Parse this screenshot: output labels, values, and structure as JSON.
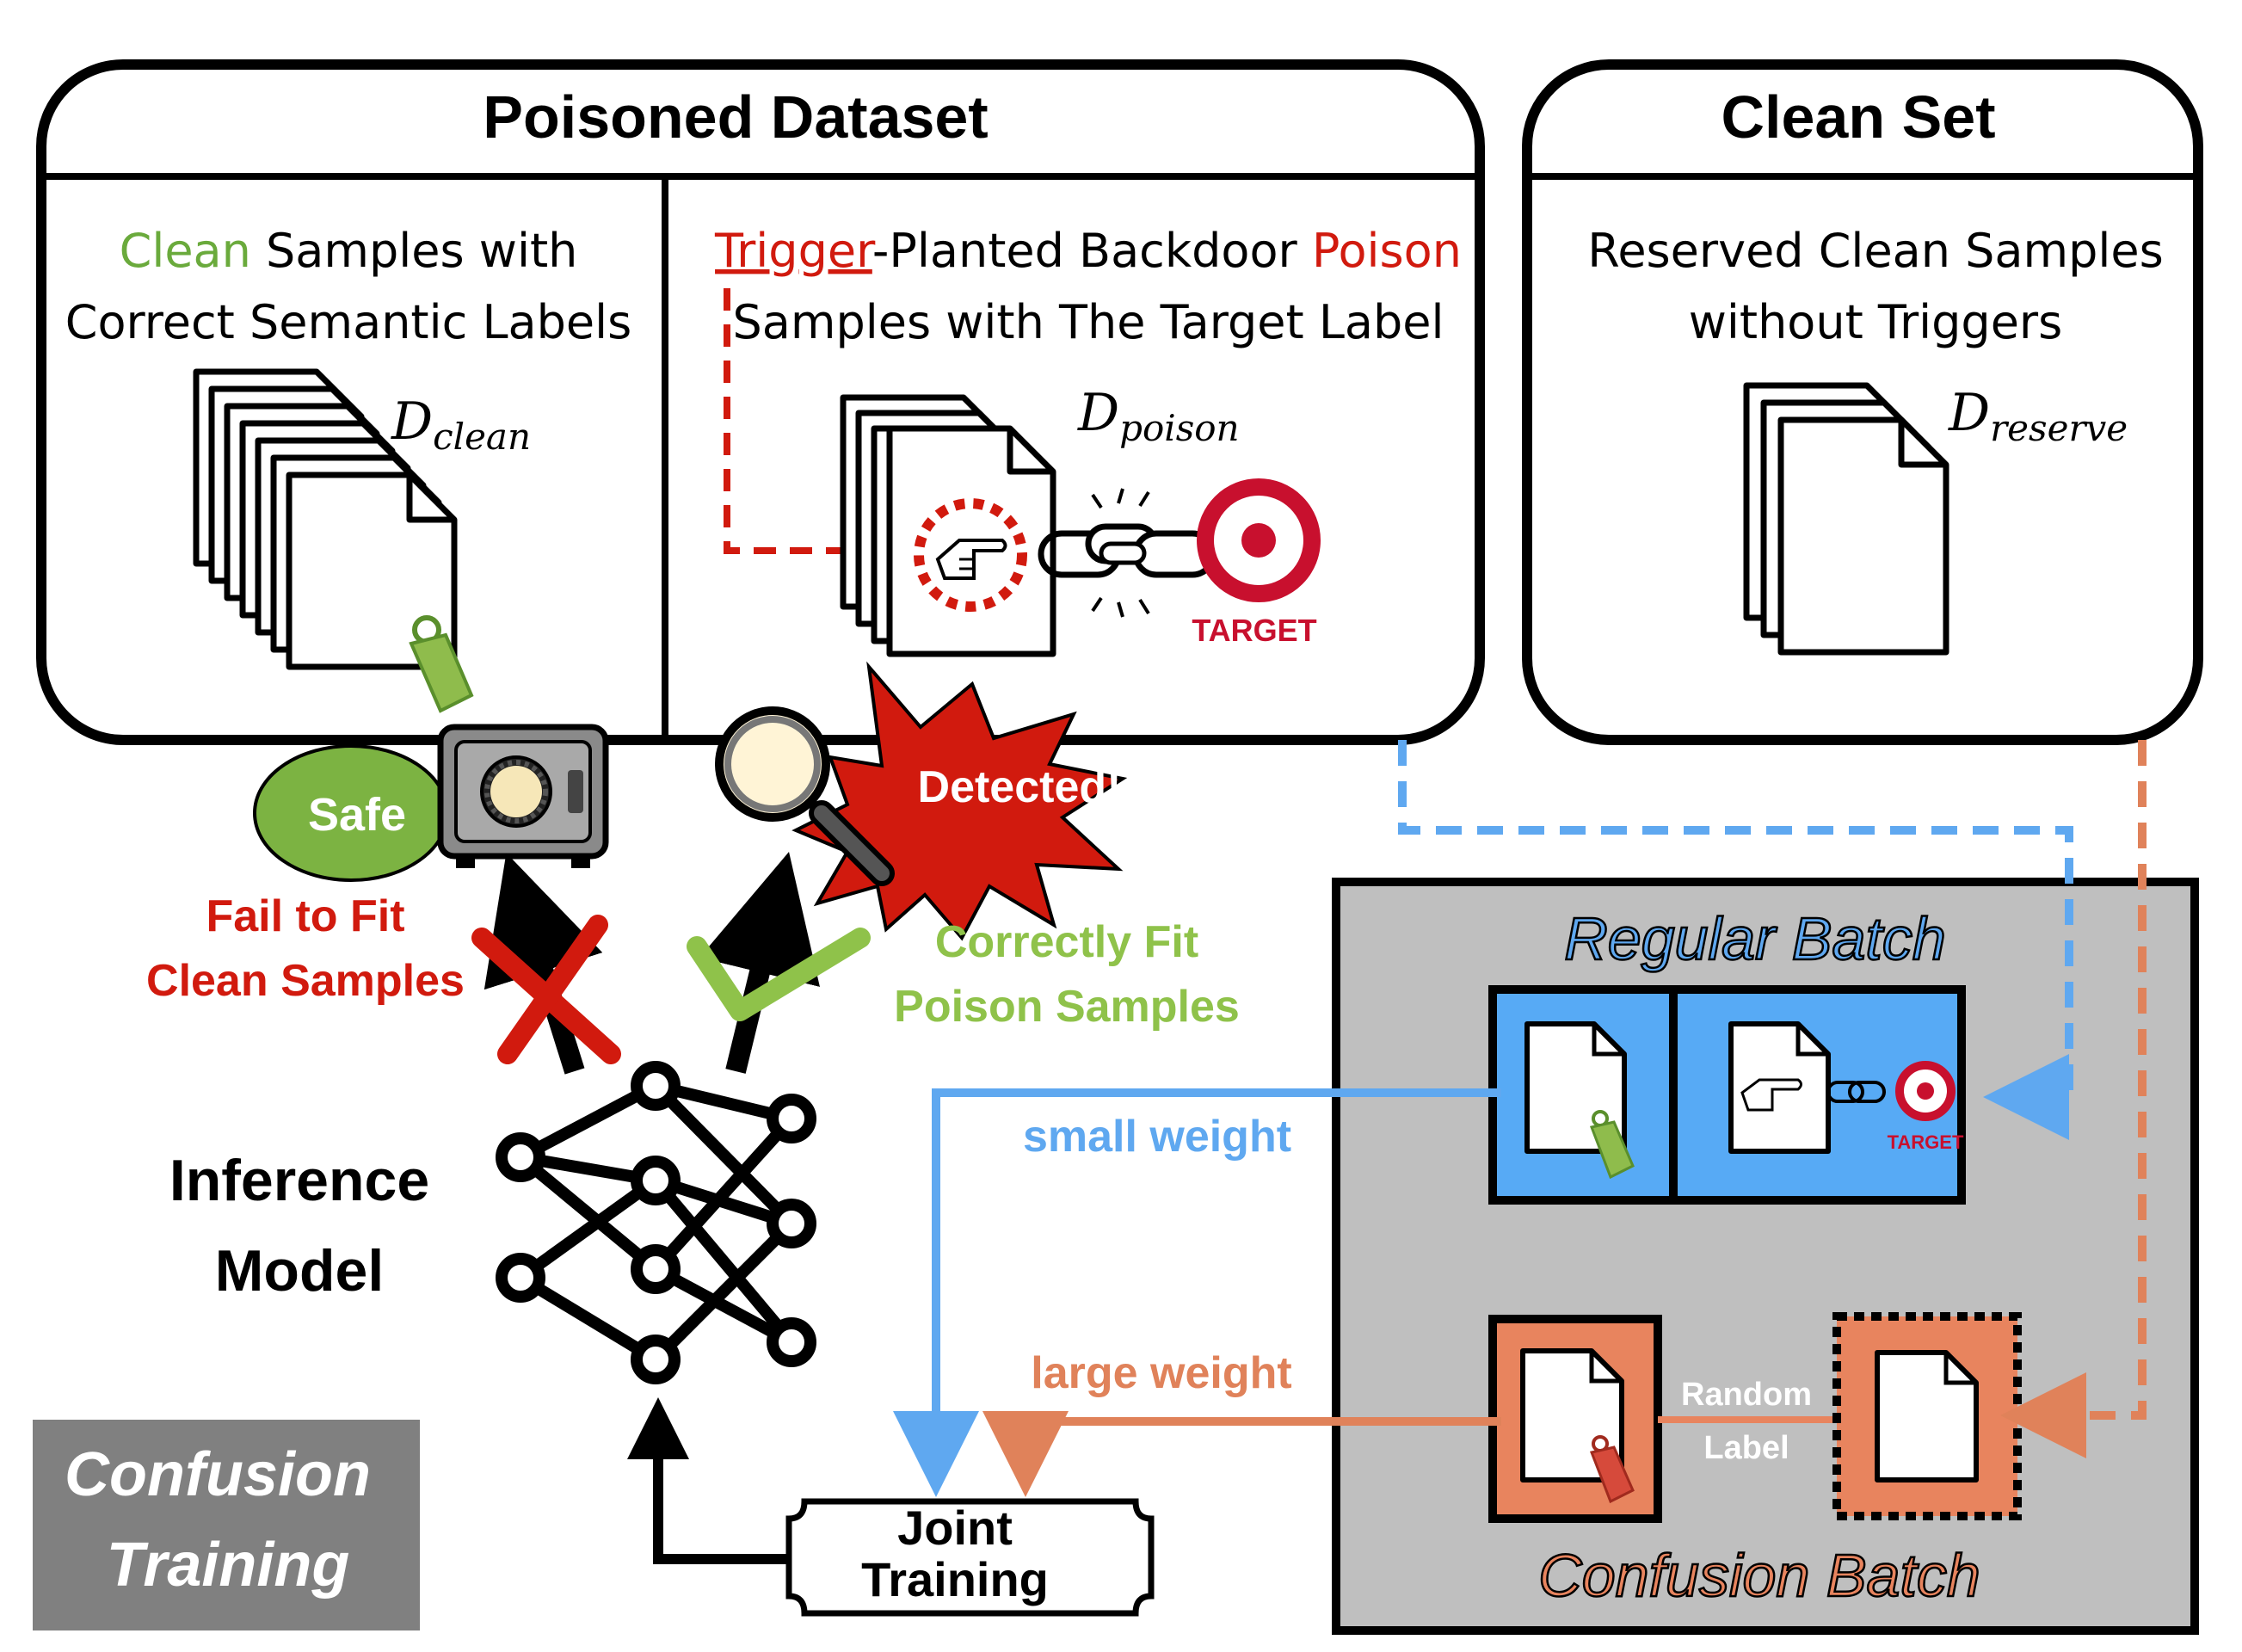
{
  "poisoned_dataset": {
    "title": "Poisoned Dataset",
    "clean_panel": {
      "line1_word": "Clean",
      "line1_rest": " Samples with",
      "line2": "Correct Semantic Labels",
      "symbol_main": "D",
      "symbol_sub": "clean"
    },
    "poison_panel": {
      "line1_trigger": "Trigger",
      "line1_middle": "-Planted Backdoor ",
      "line1_poison": "Poison",
      "line2": "Samples with The Target Label",
      "symbol_main": "D",
      "symbol_sub": "poison",
      "target_label": "TARGET"
    }
  },
  "clean_set": {
    "title": "Clean Set",
    "line1": "Reserved Clean Samples",
    "line2": "without Triggers",
    "symbol_main": "D",
    "symbol_sub": "reserve"
  },
  "outcomes": {
    "safe_label": "Safe",
    "detected_label": "Detected!",
    "fail_line1": "Fail to Fit",
    "fail_line2": "Clean Samples",
    "correct_line1": "Correctly Fit",
    "correct_line2": "Poison Samples"
  },
  "model": {
    "line1": "Inference",
    "line2": "Model"
  },
  "training": {
    "regular_batch": "Regular Batch",
    "confusion_batch": "Confusion Batch",
    "target_small": "TARGET",
    "random_label_line1": "Random",
    "random_label_line2": "Label",
    "small_weight": "small weight",
    "large_weight": "large weight",
    "joint_line1": "Joint",
    "joint_line2": "Training"
  },
  "badge": {
    "line1": "Confusion",
    "line2": "Training"
  },
  "colors": {
    "clean_green": "#6aaa3c",
    "poison_red": "#d11a0e",
    "blue_arrow": "#5fa8f0",
    "orange_arrow": "#e0825a",
    "batch_blue": "#57aaf5",
    "batch_orange": "#e8845e",
    "gray_panel": "#bfbfbf",
    "badge_gray": "#808080",
    "tag_green": "#8fbc4c",
    "tag_red": "#d64a3b"
  }
}
